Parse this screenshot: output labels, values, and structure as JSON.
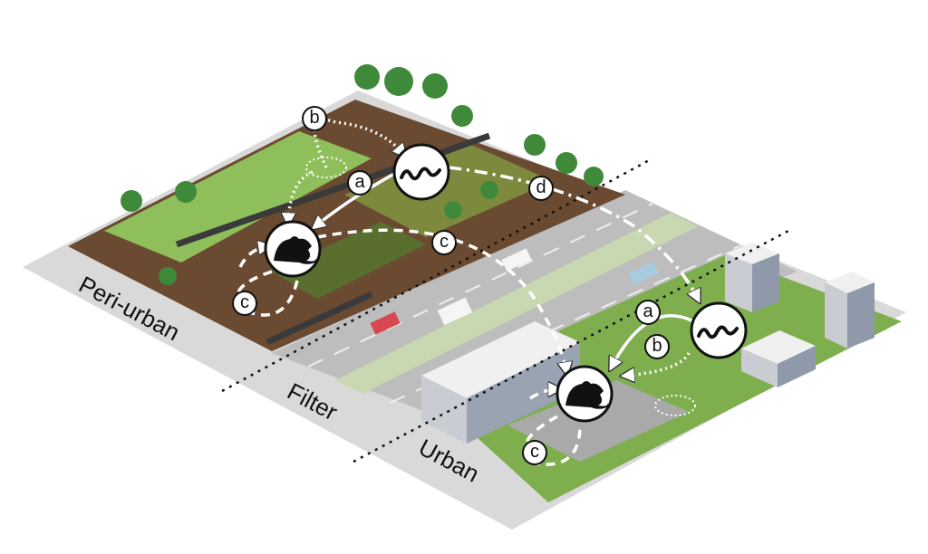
{
  "zones": {
    "peri_urban": "Peri-urban",
    "filter": "Filter",
    "urban": "Urban"
  },
  "markers": {
    "peri_b": "b",
    "peri_a": "a",
    "peri_d": "d",
    "cross_c": "c",
    "peri_c": "c",
    "urban_a": "a",
    "urban_b": "b",
    "urban_c": "c"
  },
  "icons": [
    "rat-icon",
    "snake-icon"
  ],
  "colors": {
    "ground": "#d9d9d9",
    "farmland": "#6b4a32",
    "grass": "#8fbf5a",
    "road": "#b8b8b8",
    "urban_green": "#7fae4f",
    "arrow": "#ffffff"
  }
}
